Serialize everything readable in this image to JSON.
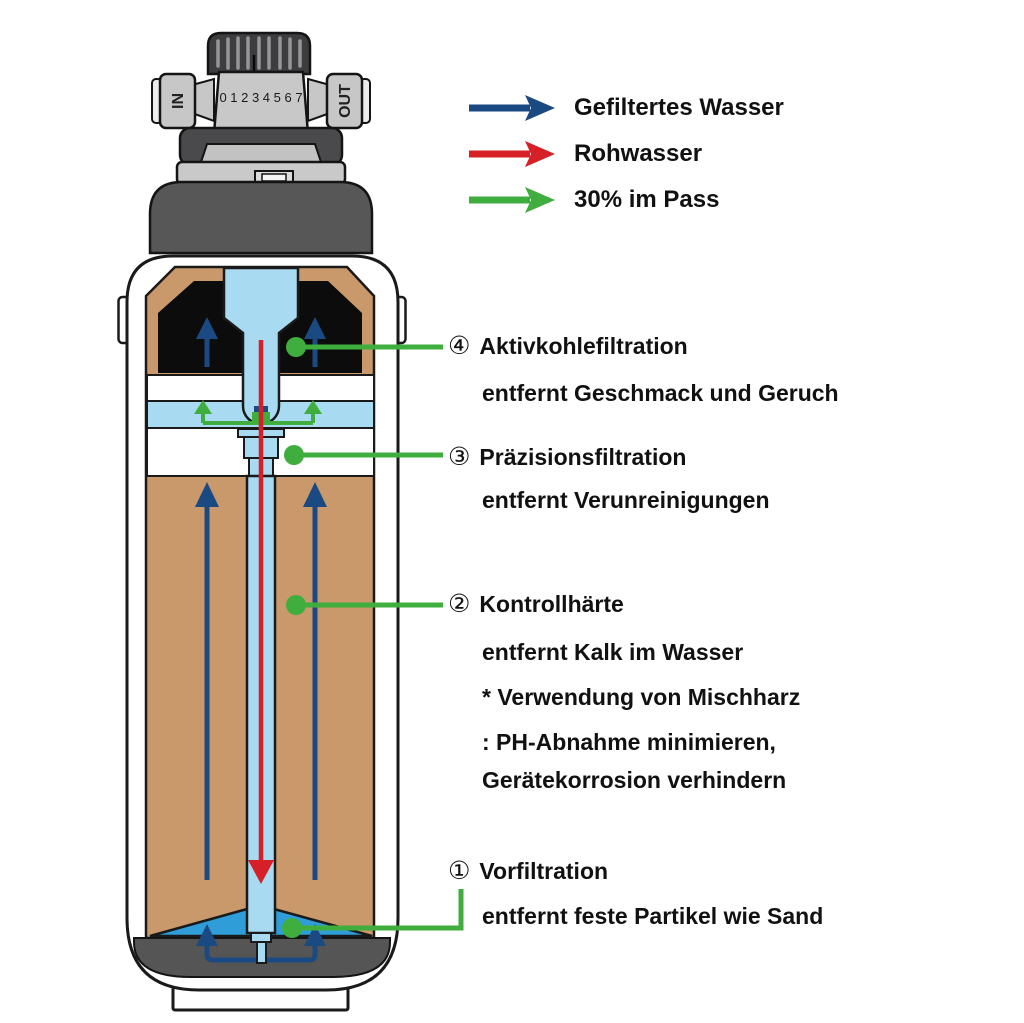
{
  "legend": {
    "items": [
      {
        "icon": "filtered-water-arrow",
        "label": "Gefiltertes Wasser",
        "color": "#1b4a82"
      },
      {
        "icon": "raw-water-arrow",
        "label": "Rohwasser",
        "color": "#d61f26"
      },
      {
        "icon": "bypass-arrow",
        "label": "30% im Pass",
        "color": "#3fae3e"
      }
    ]
  },
  "device": {
    "dial_scale": "0 1 2 3 4 5 6 7",
    "inlet_label": "IN",
    "outlet_label": "OUT"
  },
  "annotations": [
    {
      "number": "④",
      "title": "Aktivkohlefiltration",
      "description": [
        "entfernt Geschmack und Geruch"
      ]
    },
    {
      "number": "③",
      "title": "Präzisionsfiltration",
      "description": [
        "entfernt Verunreinigungen"
      ]
    },
    {
      "number": "②",
      "title": "Kontrollhärte",
      "description": [
        "entfernt Kalk im Wasser",
        "* Verwendung von Mischharz",
        ": PH-Abnahme minimieren,",
        "Gerätekorrosion verhindern"
      ]
    },
    {
      "number": "①",
      "title": "Vorfiltration",
      "description": [
        "entfernt feste Partikel wie Sand"
      ]
    }
  ],
  "colors": {
    "filtered_water_blue": "#1b4a82",
    "raw_water_red": "#d61f26",
    "bypass_green": "#3fae3e",
    "resin_tan": "#c9996b",
    "carbon_black": "#0c0c0c",
    "water_light_blue": "#a8daf1",
    "prefilter_blue": "#2f9ed8",
    "housing_gray": "#575757"
  }
}
